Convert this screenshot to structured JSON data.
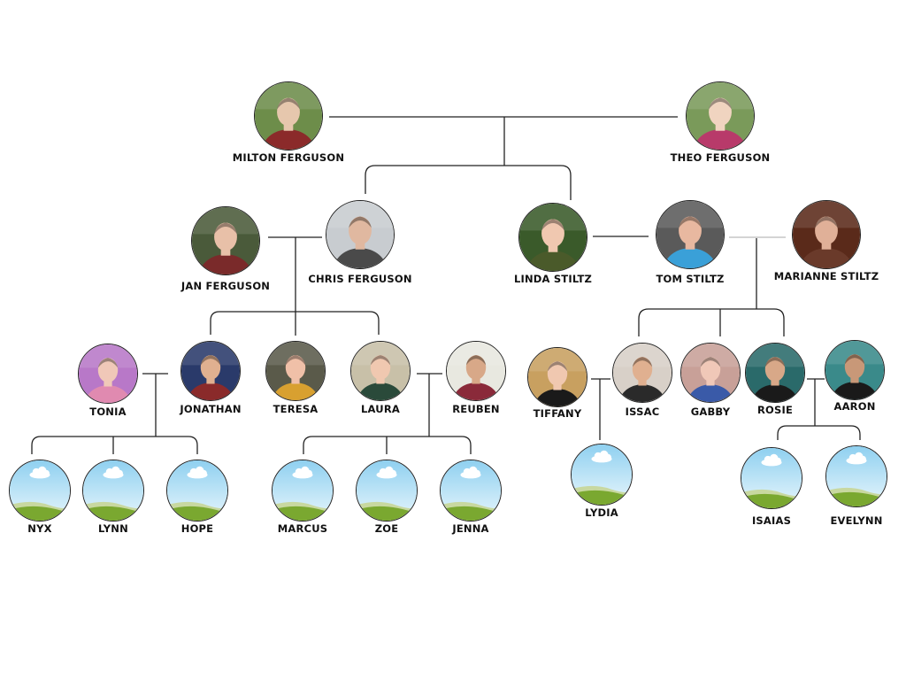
{
  "people": {
    "milton": {
      "name": "MILTON FERGUSON",
      "photo": "photo",
      "palette": [
        "#6d8d4a",
        "#8b2a2a",
        "#e6c7ad"
      ]
    },
    "theo": {
      "name": "THEO FERGUSON",
      "photo": "photo",
      "palette": [
        "#7a9a5a",
        "#b83a6a",
        "#f0d4c0"
      ]
    },
    "jan": {
      "name": "JAN FERGUSON",
      "photo": "photo",
      "palette": [
        "#4a5a3a",
        "#7a2a2a",
        "#e8c0a8"
      ]
    },
    "chris": {
      "name": "CHRIS FERGUSON",
      "photo": "photo",
      "palette": [
        "#c8ccd0",
        "#4a4a4a",
        "#e0b8a0"
      ]
    },
    "linda": {
      "name": "LINDA STILTZ",
      "photo": "photo",
      "palette": [
        "#3a5a2a",
        "#4a5a2a",
        "#f0c8b0"
      ]
    },
    "tom": {
      "name": "TOM STILTZ",
      "photo": "photo",
      "palette": [
        "#5a5a5a",
        "#3aa0d8",
        "#e8b8a0"
      ]
    },
    "marianne": {
      "name": "MARIANNE STILTZ",
      "photo": "photo",
      "palette": [
        "#5a2a1a",
        "#6a3a2a",
        "#e0b098"
      ]
    },
    "tonia": {
      "name": "TONIA",
      "photo": "photo",
      "palette": [
        "#b878c8",
        "#e08ab0",
        "#f0c8b8"
      ]
    },
    "jonathan": {
      "name": "JONATHAN",
      "photo": "photo",
      "palette": [
        "#2a3a6a",
        "#8a2a2a",
        "#e0b090"
      ]
    },
    "teresa": {
      "name": "TERESA",
      "photo": "photo",
      "palette": [
        "#5a5a4a",
        "#d8a030",
        "#f0c0a8"
      ]
    },
    "laura": {
      "name": "LAURA",
      "photo": "photo",
      "palette": [
        "#c8c0a8",
        "#2a4a3a",
        "#f0c8b0"
      ]
    },
    "reuben": {
      "name": "REUBEN",
      "photo": "photo",
      "palette": [
        "#e8e8e0",
        "#8a2a3a",
        "#d8a888"
      ]
    },
    "tiffany": {
      "name": "TIFFANY",
      "photo": "photo",
      "palette": [
        "#c8a060",
        "#1a1a1a",
        "#f0c8b0"
      ]
    },
    "issac": {
      "name": "ISSAC",
      "photo": "photo",
      "palette": [
        "#d8d0c8",
        "#2a2a2a",
        "#e0b090"
      ]
    },
    "gabby": {
      "name": "GABBY",
      "photo": "photo",
      "palette": [
        "#c8a098",
        "#3a5aa8",
        "#f0c8b8"
      ]
    },
    "rosie": {
      "name": "ROSIE",
      "photo": "photo",
      "palette": [
        "#2a6a6a",
        "#1a1a1a",
        "#d8a888"
      ]
    },
    "aaron": {
      "name": "AARON",
      "photo": "photo",
      "palette": [
        "#3a8a8a",
        "#1a1a1a",
        "#c89878"
      ]
    },
    "nyx": {
      "name": "NYX",
      "photo": "placeholder"
    },
    "lynn": {
      "name": "LYNN",
      "photo": "placeholder"
    },
    "hope": {
      "name": "HOPE",
      "photo": "placeholder"
    },
    "marcus": {
      "name": "MARCUS",
      "photo": "placeholder"
    },
    "zoe": {
      "name": "ZOE",
      "photo": "placeholder"
    },
    "jenna": {
      "name": "JENNA",
      "photo": "placeholder"
    },
    "lydia": {
      "name": "LYDIA",
      "photo": "placeholder"
    },
    "isaias": {
      "name": "ISAIAS",
      "photo": "placeholder"
    },
    "evelynn": {
      "name": "EVELYNN",
      "photo": "placeholder"
    }
  },
  "colors": {
    "line": "#222222",
    "faint_line": "#bbbbbb",
    "sky_top": "#8fd0f0",
    "sky_bottom": "#e8f6fc",
    "hill_back": "#c8d8a0",
    "hill_front": "#7aa830",
    "cloud": "#ffffff"
  }
}
